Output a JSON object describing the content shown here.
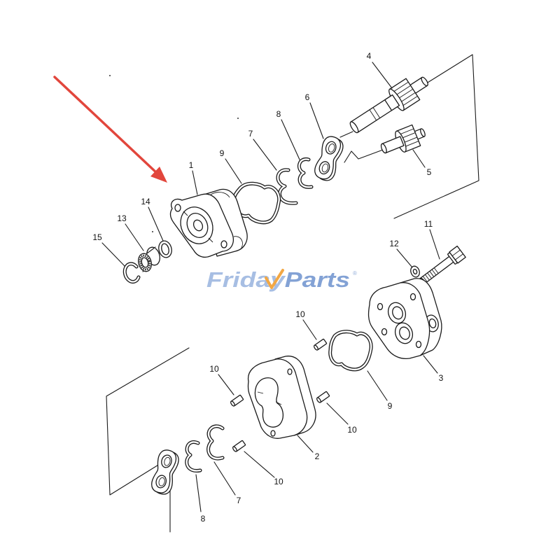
{
  "callouts": [
    "4",
    "6",
    "8",
    "7",
    "9",
    "1",
    "5",
    "14",
    "13",
    "15",
    "11",
    "12",
    "10",
    "10",
    "3",
    "9",
    "10",
    "2",
    "10",
    "7",
    "8"
  ],
  "watermark": {
    "part1": "Friday",
    "part2": "Parts",
    "mark": "®"
  },
  "colors": {
    "line": "#1a1a1a",
    "arrow": "#e2463c",
    "logo_light": "#a3bbe2",
    "logo_dark": "#7d9ed3",
    "logo_accent": "#f2a33a"
  }
}
